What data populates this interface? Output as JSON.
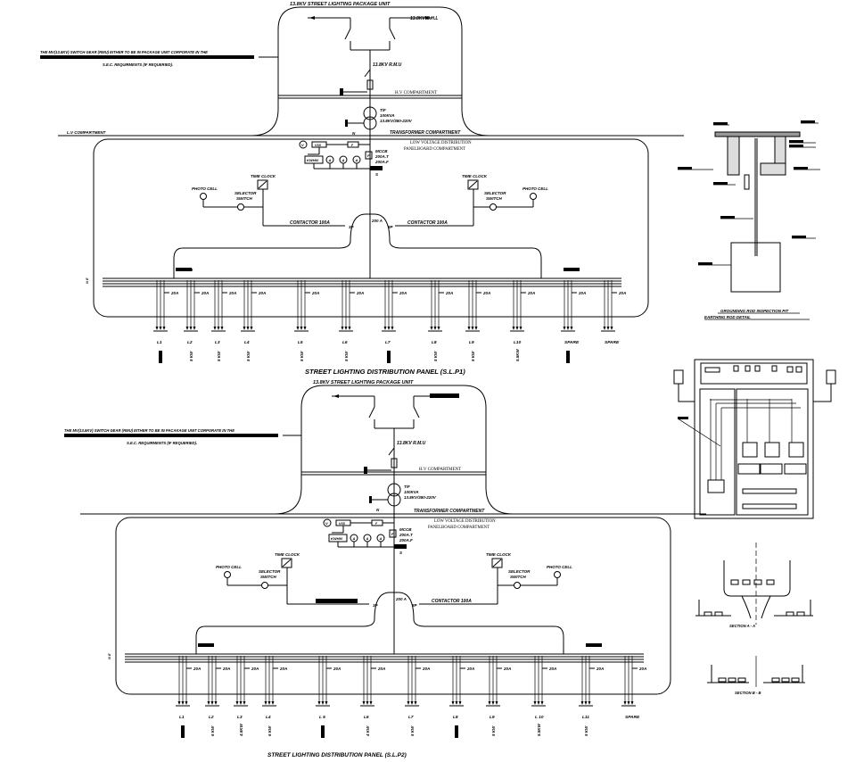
{
  "colors": {
    "line": "#000000",
    "transformer_heading_top": "#0b4a1f",
    "background": "#ffffff"
  },
  "panel1": {
    "caption": "STREET LIGHTING DISTRIBUTION PANEL (S.L.P1)",
    "package_title": "13.8KV STREET LIGHTING PACKAGE UNIT",
    "incoming": "13.8KV O.H.L",
    "rmu": "13.8KV R.M.U",
    "hv": "H.V COMPARTMENT",
    "tf": [
      "T/F",
      "100KVA",
      "13.8KV/380-220V"
    ],
    "n": "N",
    "transformer": "TRANSFORMER COMPARTMENT",
    "lv_title": [
      "LOW VOLTAGE DISTRIBUTION",
      "PANELBOARD COMPARTMENT"
    ],
    "lv_comp": "L.V COMPARTMENT",
    "mccb": [
      "MCCB",
      "200A.T",
      "200A.F"
    ],
    "meters": {
      "v": "V",
      "vss": "VSS",
      "f": "F",
      "kwh": "KWHM",
      "a": "A",
      "mf": "F"
    },
    "s": "S",
    "main_breaker": "200 A",
    "pole": "3P",
    "contactor_left": "CONTACTOR 100A",
    "contactor_right": "CONTACTOR 100A",
    "left": {
      "time_clock": "TIME CLOCK",
      "photo_cell": "PHOTO CELL",
      "selector": [
        "SELECTOR",
        "SWITCH"
      ]
    },
    "right": {
      "time_clock": "TIME CLOCK",
      "photo_cell": "PHOTO CELL",
      "selector": [
        "SELECTOR",
        "SWITCH"
      ]
    },
    "bus_label": "N E",
    "feeder_bus_label": "FEEDER",
    "note": [
      "THE MV(13.8KV) SWITCH GEAR (RMU) EITHER TO BE IN PACKAGE UNIT CORPORATE IN THE",
      "S.E.C. REQUIRMENTS (IF REQUERIED)."
    ],
    "feeders": [
      {
        "label": "L1",
        "rating": "20A",
        "load": ""
      },
      {
        "label": "L2",
        "rating": "20A",
        "load": "5 KW"
      },
      {
        "label": "L3",
        "rating": "20A",
        "load": "5 KW"
      },
      {
        "label": "L4",
        "rating": "20A",
        "load": "5 KW"
      },
      {
        "label": "L5",
        "rating": "20A",
        "load": "5 KW"
      },
      {
        "label": "L6",
        "rating": "20A",
        "load": "5 KW"
      },
      {
        "label": "L7",
        "rating": "20A",
        "load": ""
      },
      {
        "label": "L8",
        "rating": "20A",
        "load": "5 KW"
      },
      {
        "label": "L9",
        "rating": "20A",
        "load": "5 KW"
      },
      {
        "label": "L10",
        "rating": "20A",
        "load": "5.5KW"
      },
      {
        "label": "SPARE",
        "rating": "20A",
        "load": ""
      },
      {
        "label": "SPARE",
        "rating": "20A",
        "load": ""
      }
    ]
  },
  "panel2": {
    "caption": "STREET LIGHTING DISTRIBUTION PANEL (S.L.P2)",
    "package_title": "13.8KV STREET LIGHTING PACKAGE UNIT",
    "incoming": "",
    "rmu": "13.8KV R.M.U",
    "hv": "H.V COMPARTMENT",
    "tf": [
      "T/F",
      "100KVA",
      "13.8KV/380-220V"
    ],
    "n": "N",
    "transformer": "TRANSFORMER COMPARTMENT",
    "lv_title": [
      "LOW VOLTAGE DISTRIBUTION",
      "PANELBOARD COMPARTMENT"
    ],
    "lv_comp": "",
    "mccb": [
      "MCCB",
      "200A.T",
      "200A.F"
    ],
    "meters": {
      "v": "V",
      "vss": "VSS",
      "f": "F",
      "kwh": "KWHM",
      "a": "A",
      "mf": "F"
    },
    "s": "S",
    "main_breaker": "200 A",
    "pole": "3P",
    "contactor_left": "",
    "contactor_right": "CONTACTOR 100A",
    "left": {
      "time_clock": "TIME CLOCK",
      "photo_cell": "PHOTO CELL",
      "selector": [
        "SELECTOR",
        "SWITCH"
      ]
    },
    "right": {
      "time_clock": "TIME CLOCK",
      "photo_cell": "PHOTO CELL",
      "selector": [
        "SELECTOR",
        "SWITCH"
      ]
    },
    "bus_label": "N E",
    "feeder_bus_label": "SPARE",
    "note": [
      "THE MV(13.8KV) SWITCH GEAR (RMU) EITHER TO BE IN PACAKAGE UNIT CORPORATE IN THE",
      "S.E.C. REQUIRMENTS (IF REQUERIED)."
    ],
    "feeders": [
      {
        "label": "L1",
        "rating": "20A",
        "load": ""
      },
      {
        "label": "L2",
        "rating": "20A",
        "load": "6 KW"
      },
      {
        "label": "L3",
        "rating": "20A",
        "load": "4.5KW"
      },
      {
        "label": "L4",
        "rating": "20A",
        "load": "6 KW"
      },
      {
        "label": "L 5",
        "rating": "20A",
        "load": ""
      },
      {
        "label": "L6",
        "rating": "20A",
        "load": "4 KW"
      },
      {
        "label": "L7",
        "rating": "20A",
        "load": "5 KW"
      },
      {
        "label": "L8",
        "rating": "20A",
        "load": ""
      },
      {
        "label": "L9",
        "rating": "20A",
        "load": "5 KW"
      },
      {
        "label": "L 10",
        "rating": "20A",
        "load": "5.5KW"
      },
      {
        "label": "L11",
        "rating": "20A",
        "load": "5 KW"
      },
      {
        "label": "SPARE",
        "rating": "20A",
        "load": ""
      }
    ]
  },
  "details": {
    "pit_title": [
      "GROUNDING ROD INSPECTION PIT",
      "EARTHING ROD DETAIL"
    ],
    "section_a": "SECTION A - A",
    "section_b": "SECTION B - B"
  }
}
